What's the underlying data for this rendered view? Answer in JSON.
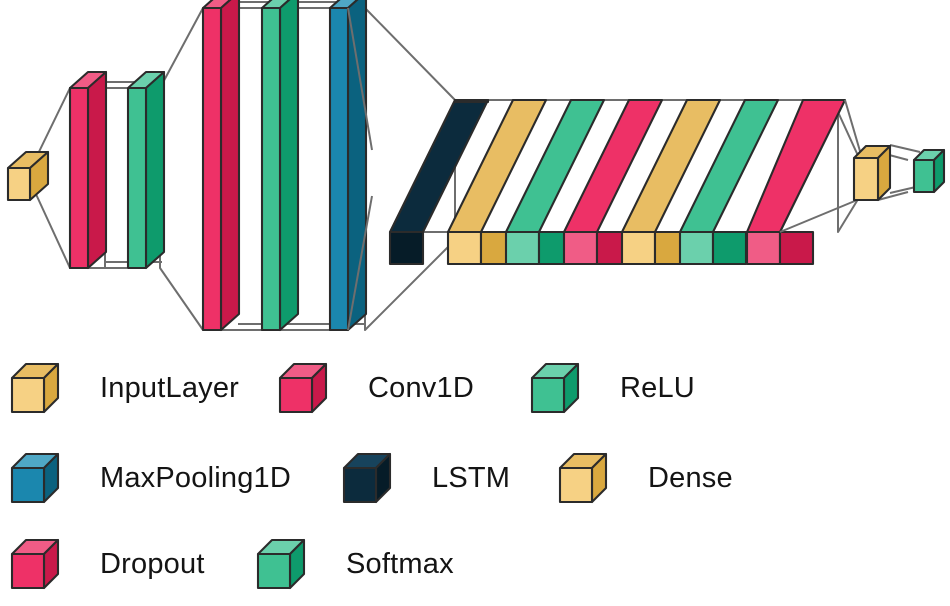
{
  "figure": {
    "kind": "neural-network-architecture-diagram",
    "background": "#ffffff"
  },
  "palette": {
    "input_dense_amber_front": "#F6D184",
    "input_dense_amber_top": "#E8BD63",
    "input_dense_amber_side": "#D9A83F",
    "conv_dropout_pink_front": "#EE3167",
    "conv_dropout_pink_top": "#F05C86",
    "conv_dropout_pink_side": "#C9194A",
    "relu_softmax_green_front": "#3FC192",
    "relu_softmax_green_top": "#6BD0AC",
    "relu_softmax_green_side": "#0E9B6C",
    "maxpool_blue_front": "#1B87AE",
    "maxpool_blue_top": "#4FA8C6",
    "maxpool_blue_side": "#0B627F",
    "lstm_navy_front": "#0C2B3D",
    "lstm_navy_top": "#17435C",
    "lstm_navy_side": "#061C28",
    "outline": "#2B2B2B",
    "wire": "#6E6E6E",
    "text": "#141414"
  },
  "legend": {
    "rows": [
      {
        "items": [
          {
            "label": "InputLayer",
            "color_key": "amber",
            "icon": "cube-icon"
          },
          {
            "label": "Conv1D",
            "color_key": "pink",
            "icon": "cube-icon"
          },
          {
            "label": "ReLU",
            "color_key": "green",
            "icon": "cube-icon"
          }
        ]
      },
      {
        "items": [
          {
            "label": "MaxPooling1D",
            "color_key": "blue",
            "icon": "cube-icon"
          },
          {
            "label": "LSTM",
            "color_key": "navy",
            "icon": "cube-icon"
          },
          {
            "label": "Dense",
            "color_key": "amber",
            "icon": "cube-icon"
          }
        ]
      },
      {
        "items": [
          {
            "label": "Dropout",
            "color_key": "pink",
            "icon": "cube-icon"
          },
          {
            "label": "Softmax",
            "color_key": "green",
            "icon": "cube-icon"
          }
        ]
      }
    ]
  },
  "architecture": {
    "sequence": [
      {
        "index": 1,
        "type": "InputLayer",
        "color_key": "amber",
        "group": "input",
        "shape": "small-cube"
      },
      {
        "index": 2,
        "type": "Conv1D",
        "color_key": "pink",
        "group": "conv-block-1",
        "shape": "tall-slab"
      },
      {
        "index": 3,
        "type": "ReLU",
        "color_key": "green",
        "group": "conv-block-1",
        "shape": "tall-slab"
      },
      {
        "index": 4,
        "type": "Conv1D",
        "color_key": "pink",
        "group": "conv-block-2",
        "shape": "tall-slab"
      },
      {
        "index": 5,
        "type": "ReLU",
        "color_key": "green",
        "group": "conv-block-2",
        "shape": "tall-slab"
      },
      {
        "index": 6,
        "type": "MaxPooling1D",
        "color_key": "blue",
        "group": "conv-block-2",
        "shape": "tall-slab"
      },
      {
        "index": 7,
        "type": "LSTM",
        "color_key": "navy",
        "group": "recurrent",
        "shape": "diagonal-slab"
      },
      {
        "index": 8,
        "type": "Dense",
        "color_key": "amber",
        "group": "dense-block-1",
        "shape": "diagonal-slab"
      },
      {
        "index": 9,
        "type": "ReLU",
        "color_key": "green",
        "group": "dense-block-1",
        "shape": "diagonal-slab"
      },
      {
        "index": 10,
        "type": "Dropout",
        "color_key": "pink",
        "group": "dense-block-1",
        "shape": "diagonal-slab"
      },
      {
        "index": 11,
        "type": "Dense",
        "color_key": "amber",
        "group": "dense-block-2",
        "shape": "diagonal-slab"
      },
      {
        "index": 12,
        "type": "ReLU",
        "color_key": "green",
        "group": "dense-block-2",
        "shape": "diagonal-slab"
      },
      {
        "index": 13,
        "type": "Dropout",
        "color_key": "pink",
        "group": "dense-block-2",
        "shape": "diagonal-slab"
      },
      {
        "index": 14,
        "type": "Dense",
        "color_key": "amber",
        "group": "output",
        "shape": "small-cube"
      },
      {
        "index": 15,
        "type": "Softmax",
        "color_key": "green",
        "group": "output",
        "shape": "small-cube"
      }
    ]
  }
}
